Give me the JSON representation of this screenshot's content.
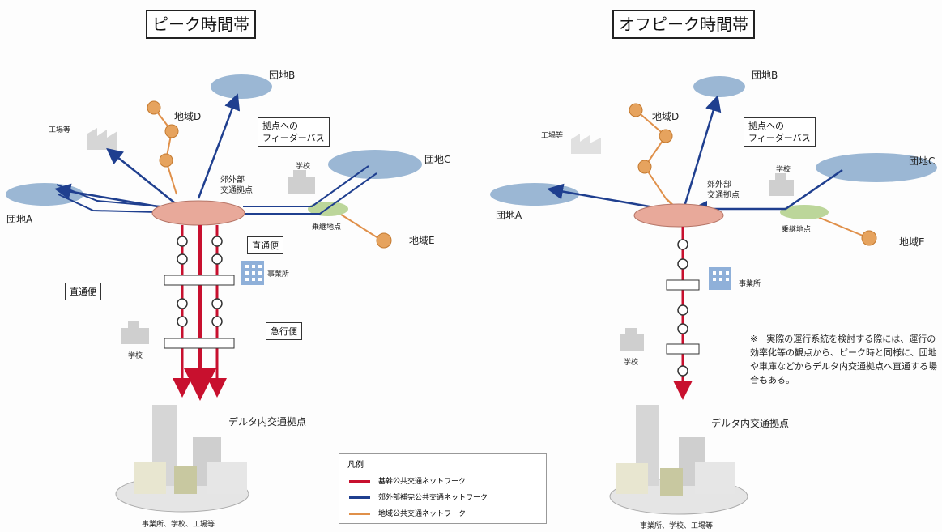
{
  "titles": {
    "peak": "ピーク時間帯",
    "offpeak": "オフピーク時間帯"
  },
  "labels": {
    "danchi_a": "団地A",
    "danchi_b": "団地B",
    "danchi_c": "団地C",
    "region_d": "地域D",
    "region_e": "地域E",
    "factory": "工場等",
    "school": "学校",
    "office": "事業所",
    "suburban_hub": "郊外部\n交通拠点",
    "parking": "乗継地点",
    "delta_hub": "デルタ内交通拠点",
    "bottom_caption": "事業所、学校、工場等"
  },
  "callouts": {
    "feeder_bus": "拠点への\nフィーダーバス",
    "direct": "直通便",
    "express": "急行便"
  },
  "note": "※　実際の運行系統を検討する際には、運行の効率化等の観点から、ピーク時と同様に、団地や車庫などからデルタ内交通拠点へ直通する場合もある。",
  "legend": {
    "title": "凡例",
    "items": [
      {
        "label": "基幹公共交通ネットワーク",
        "color": "#c8102e"
      },
      {
        "label": "郊外部補完公共交通ネットワーク",
        "color": "#1f3f8f"
      },
      {
        "label": "地域公共交通ネットワーク",
        "color": "#e0904a"
      }
    ]
  },
  "colors": {
    "trunk": "#c8102e",
    "suburban": "#1f3f8f",
    "local": "#e0904a",
    "danchi": "#9bb7d4",
    "hub": "#e8a99a"
  }
}
